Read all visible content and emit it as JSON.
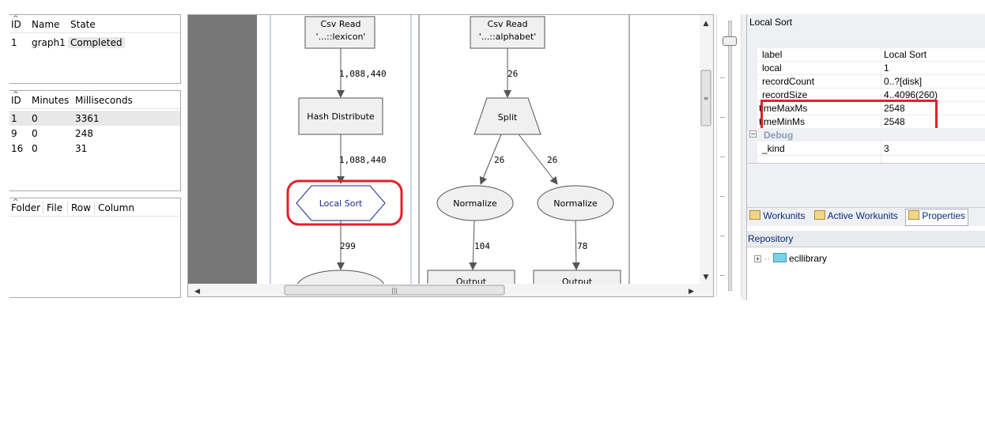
{
  "graphs_table": {
    "columns": [
      "ID",
      "Name",
      "State"
    ],
    "rows": [
      [
        "1",
        "graph1",
        "Completed"
      ]
    ]
  },
  "timings_table": {
    "columns": [
      "ID",
      "Minutes",
      "Milliseconds"
    ],
    "rows": [
      [
        "1",
        "0",
        "3361"
      ],
      [
        "9",
        "0",
        "248"
      ],
      [
        "16",
        "0",
        "31"
      ]
    ]
  },
  "files_table": {
    "columns": [
      "Folder",
      "File",
      "Row",
      "Column"
    ]
  },
  "graph": {
    "nodes": {
      "csv_read_1": {
        "line1": "Csv Read",
        "line2": "'...::lexicon'"
      },
      "csv_read_2": {
        "line1": "Csv Read",
        "line2": "'...::alphabet'"
      },
      "hash_distribute": "Hash Distribute",
      "local_sort": "Local Sort",
      "split": "Split",
      "normalize_1": "Normalize",
      "normalize_2": "Normalize",
      "output_1": "Output",
      "output_2": "Output"
    },
    "edges": {
      "e1": "1,088,440",
      "e2": "1,088,440",
      "e3": "299",
      "e4": "26",
      "e5": "26",
      "e6": "26",
      "e7": "104",
      "e8": "78"
    }
  },
  "properties": {
    "title": "Local Sort",
    "rows": [
      {
        "key": "label",
        "value": "Local Sort"
      },
      {
        "key": "local",
        "value": "1"
      },
      {
        "key": "recordCount",
        "value": "0..?[disk]"
      },
      {
        "key": "recordSize",
        "value": "4..4096(260)"
      },
      {
        "key": "timeMaxMs",
        "value": "2548"
      },
      {
        "key": "timeMinMs",
        "value": "2548"
      }
    ],
    "debug_group": "Debug",
    "debug_rows": [
      {
        "key": "_kind",
        "value": "3"
      }
    ]
  },
  "tabs": {
    "workunits": "Workunits",
    "active_workunits": "Active Workunits",
    "properties": "Properties"
  },
  "repository": {
    "title": "Repository",
    "items": [
      {
        "label": "ecllibrary"
      }
    ]
  },
  "colors": {
    "highlight": "#e3202a",
    "local_sort_stroke": "#1a2a8c",
    "node_fill": "#f0f0f0",
    "tab_text": "#0a2a7a",
    "debug_text": "#8a9bb8"
  }
}
